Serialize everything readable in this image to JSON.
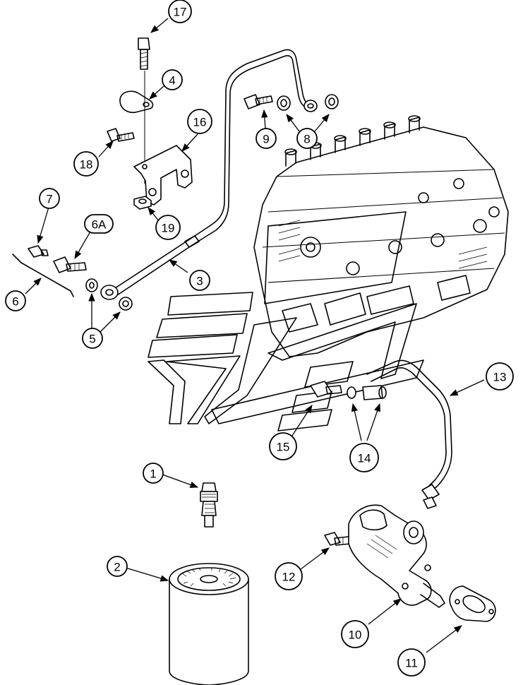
{
  "callouts": {
    "c1": "1",
    "c2": "2",
    "c3": "3",
    "c4": "4",
    "c5": "5",
    "c6": "6",
    "c6a": "6A",
    "c7": "7",
    "c8": "8",
    "c9": "9",
    "c10": "10",
    "c11": "11",
    "c12": "12",
    "c13": "13",
    "c14": "14",
    "c15": "15",
    "c16": "16",
    "c17": "17",
    "c18": "18",
    "c19": "19"
  }
}
